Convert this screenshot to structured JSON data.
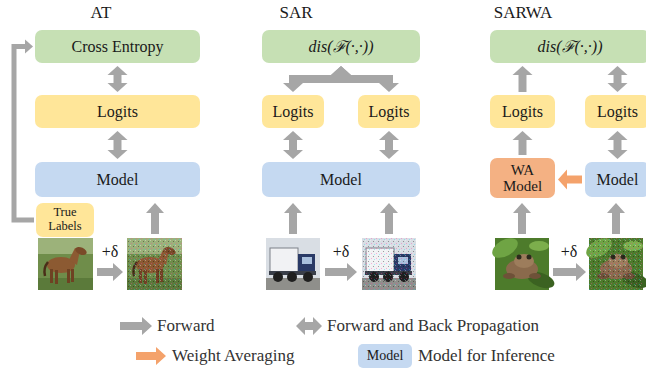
{
  "diagram": {
    "nodes": [
      {
        "text": [
          "Cross Entropy"
        ]
      },
      {
        "text": [
          "Logits"
        ]
      },
      {
        "text": [
          "Model"
        ]
      },
      {
        "text": [
          "True Labels"
        ]
      },
      {
        "text": [
          "dis(ℱ(·,·))"
        ]
      },
      {
        "text": [
          "Logits"
        ]
      },
      {
        "text": [
          "Logits"
        ]
      },
      {
        "text": [
          "Model"
        ]
      },
      {
        "text": [
          "dis(ℱ(·,·))"
        ]
      },
      {
        "text": [
          "Logits"
        ]
      },
      {
        "text": [
          "Logits"
        ]
      },
      {
        "text": [
          "WA Model"
        ]
      },
      {
        "text": [
          "Model"
        ]
      }
    ],
    "edges": [
      {
        "from": 0,
        "to": 1,
        "arrow": "both"
      },
      {
        "from": 1,
        "to": 2,
        "arrow": "both"
      },
      {
        "from": 3,
        "to": 0,
        "arrow": "to"
      },
      {
        "from": 4,
        "to": 5,
        "arrow": "both"
      },
      {
        "from": 4,
        "to": 6,
        "arrow": "both"
      },
      {
        "from": 5,
        "to": 7,
        "arrow": "both"
      },
      {
        "from": 6,
        "to": 7,
        "arrow": "both"
      },
      {
        "from": 9,
        "to": 8,
        "arrow": "to"
      },
      {
        "from": 8,
        "to": 10,
        "arrow": "both"
      },
      {
        "from": 11,
        "to": 9,
        "arrow": "to"
      },
      {
        "from": 10,
        "to": 12,
        "arrow": "both"
      },
      {
        "from": 12,
        "to": 11,
        "arrow": "to"
      }
    ],
    "labels": [
      "AT",
      "SAR",
      "SARWA",
      "+δ",
      "+δ",
      "+δ",
      "Model"
    ],
    "legend": [
      {
        "text": "Forward"
      },
      {
        "text": "Forward and Back Propagation"
      },
      {
        "text": "Weight Averaging"
      },
      {
        "text": "Model for Inference",
        "color": "#c5d9f1"
      }
    ]
  }
}
